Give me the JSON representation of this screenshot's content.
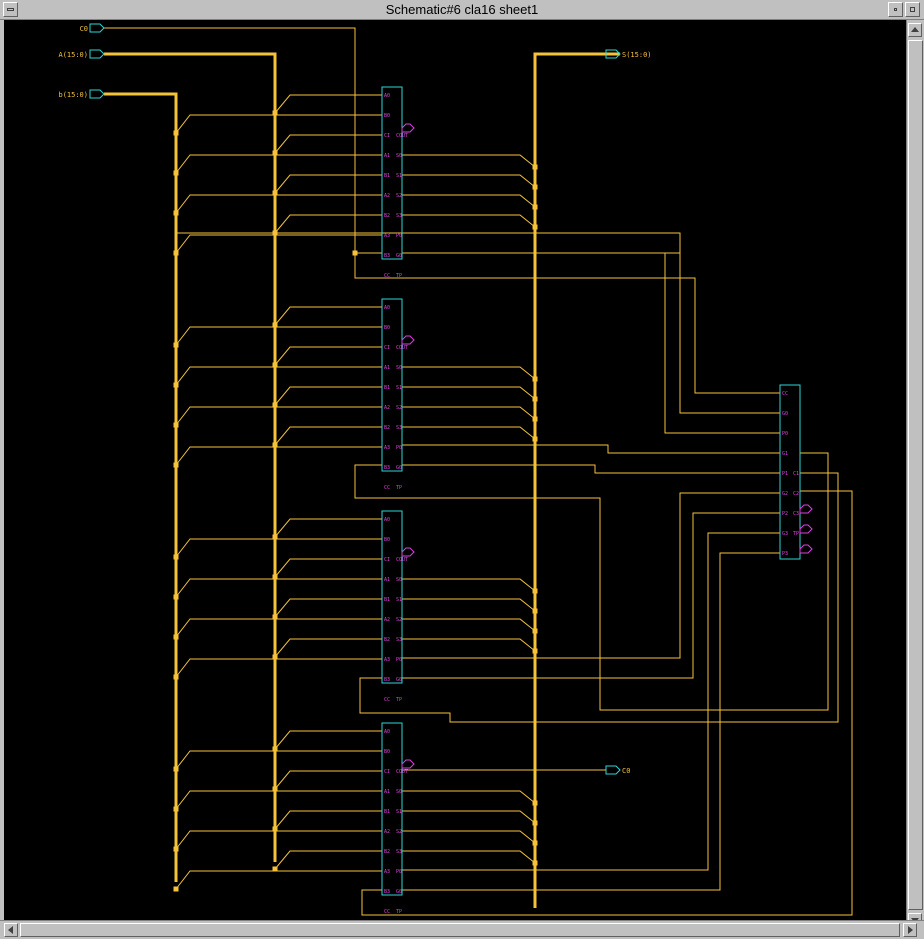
{
  "window": {
    "title": "Schematic#6 cla16 sheet1"
  },
  "ports": {
    "c0": "C0",
    "a": "A(15:0)",
    "b": "b(15:0)",
    "s": "S(15:0)",
    "c16": "C0"
  },
  "adder": {
    "inputs": [
      "A0",
      "B0",
      "CI",
      "A1",
      "B1",
      "A2",
      "B2",
      "A3",
      "B3",
      "CC"
    ],
    "outputs": [
      "COUT",
      "S0",
      "S1",
      "S2",
      "S3",
      "P0",
      "G0",
      "TP"
    ]
  },
  "lookahead": {
    "inputs": [
      "CC",
      "G0",
      "P0",
      "G1",
      "P1",
      "G2",
      "P2",
      "G3",
      "P3"
    ],
    "outputs": [
      "C1",
      "C2",
      "C3",
      "TP"
    ]
  },
  "colors": {
    "wire": "#f5c23a",
    "box": "#2fd6d6",
    "pin": "#e040e0",
    "background": "#000000"
  }
}
